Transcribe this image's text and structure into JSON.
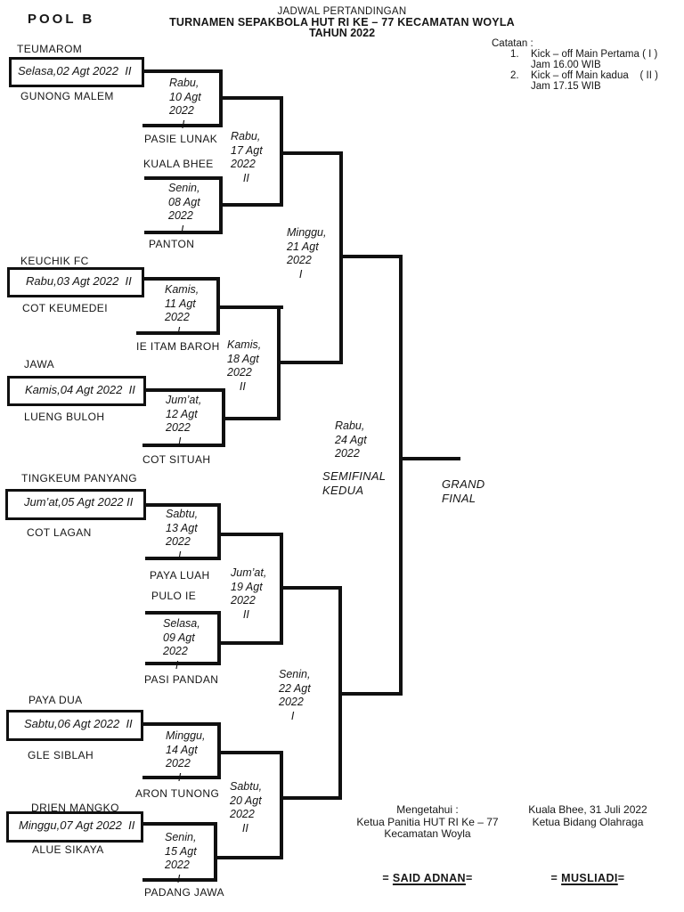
{
  "header": {
    "line1": "JADWAL PERTANDINGAN",
    "line2": "TURNAMEN SEPAKBOLA HUT RI KE – 77 KECAMATAN WOYLA",
    "line3": "TAHUN 2022",
    "pool": "POOL  B"
  },
  "notes": {
    "title": "Catatan :",
    "items": [
      {
        "num": "1.",
        "text": "Kick – off Main Pertama ( I )",
        "sub": "Jam 16.00 WIB"
      },
      {
        "num": "2.",
        "text": "Kick – off Main kadua    ( II )",
        "sub": "Jam 17.15 WIB"
      }
    ]
  },
  "matches": {
    "r1": [
      {
        "day": "Selasa,02 Agt 2022  II",
        "top": "TEUMAROM",
        "bottom": "GUNONG MALEM"
      },
      {
        "day": "Rabu,03 Agt 2022  II",
        "top": "KEUCHIK FC",
        "bottom": "COT KEUMEDEI"
      },
      {
        "day": "Kamis,04 Agt 2022  II",
        "top": "JAWA",
        "bottom": "LUENG BULOH"
      },
      {
        "day": "Jum’at,05 Agt 2022 II",
        "top": "TINGKEUM PANYANG",
        "bottom": "COT LAGAN"
      },
      {
        "day": "Sabtu,06 Agt 2022  II",
        "top": "PAYA DUA",
        "bottom": "GLE SIBLAH"
      },
      {
        "day": "Minggu,07 Agt 2022  II",
        "top": "DRIEN MANGKO",
        "bottom": "ALUE SIKAYA"
      }
    ],
    "r2": [
      {
        "date": "Rabu,\n10 Agt\n2022\n    I",
        "opponent": "PASIE LUNAK"
      },
      {
        "date": "Senin,\n08 Agt\n2022\n    I",
        "top": "KUALA BHEE",
        "bottom": "PANTON"
      },
      {
        "date": "Kamis,\n11 Agt\n2022\n    I",
        "opponent": "IE ITAM BAROH"
      },
      {
        "date": "Jum’at,\n12 Agt\n2022\n    I",
        "opponent": "COT SITUAH"
      },
      {
        "date": "Sabtu,\n13 Agt\n2022\n    I",
        "opponent": "PAYA LUAH"
      },
      {
        "date": "Selasa,\n09 Agt\n2022\n    I",
        "top": "PULO IE",
        "bottom": "PASI PANDAN"
      },
      {
        "date": "Minggu,\n14 Agt\n2022\n    I",
        "opponent": "ARON TUNONG"
      },
      {
        "date": "Senin,\n15 Agt\n2022\n    I",
        "opponent": "PADANG JAWA"
      }
    ],
    "qf": [
      "Rabu,\n17 Agt\n2022\n    II",
      "Kamis,\n18 Agt\n2022\n    II",
      "Jum’at,\n19 Agt\n2022\n    II",
      "Sabtu,\n20 Agt\n2022\n    II"
    ],
    "sf": [
      "Minggu,\n21 Agt\n2022\n    I",
      "Senin,\n22 Agt\n2022\n    I"
    ],
    "final": {
      "date": "Rabu,\n24 Agt\n2022",
      "label_semifinal": "SEMIFINAL\nKEDUA",
      "label_grand": "GRAND\nFINAL"
    }
  },
  "signatures": {
    "left": {
      "l1": "Mengetahui :",
      "l2": "Ketua Panitia HUT RI Ke – 77",
      "l3": "Kecamatan Woyla",
      "eq_open": "= ",
      "name": "SAID ADNAN",
      "eq_close": "="
    },
    "right": {
      "l1": "Kuala Bhee, 31 Juli 2022",
      "l2": "Ketua Bidang Olahraga",
      "eq_open": "= ",
      "name": "MUSLIADI",
      "eq_close": "="
    }
  }
}
